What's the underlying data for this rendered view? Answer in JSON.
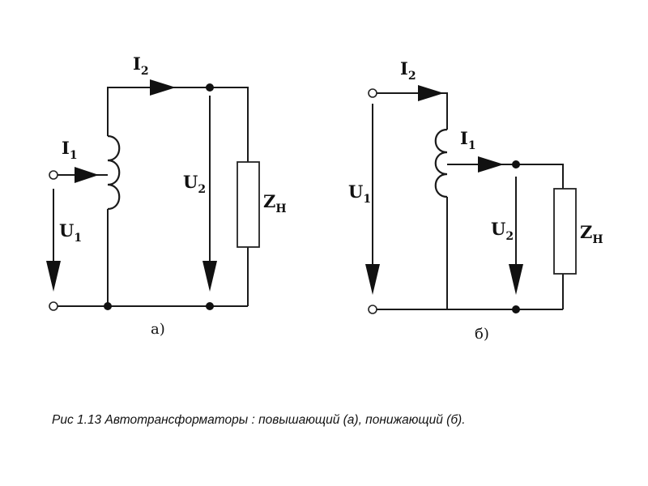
{
  "figure": {
    "caption": "Рис 1.13 Автотрансформаторы : повышающий (а), понижающий (б).",
    "circuits": [
      {
        "id": "a",
        "sublabel": "а)",
        "type": "step-up autotransformer",
        "labels": {
          "I1": {
            "main": "I",
            "sub": "1"
          },
          "I2": {
            "main": "I",
            "sub": "2"
          },
          "U1": {
            "main": "U",
            "sub": "1"
          },
          "U2": {
            "main": "U",
            "sub": "2"
          },
          "Zload": {
            "main": "Z",
            "sub": "Н"
          }
        }
      },
      {
        "id": "b",
        "sublabel": "б)",
        "type": "step-down autotransformer",
        "labels": {
          "I1": {
            "main": "I",
            "sub": "1"
          },
          "I2": {
            "main": "I",
            "sub": "2"
          },
          "U1": {
            "main": "U",
            "sub": "1"
          },
          "U2": {
            "main": "U",
            "sub": "2"
          },
          "Zload": {
            "main": "Z",
            "sub": "Н"
          }
        }
      }
    ]
  }
}
